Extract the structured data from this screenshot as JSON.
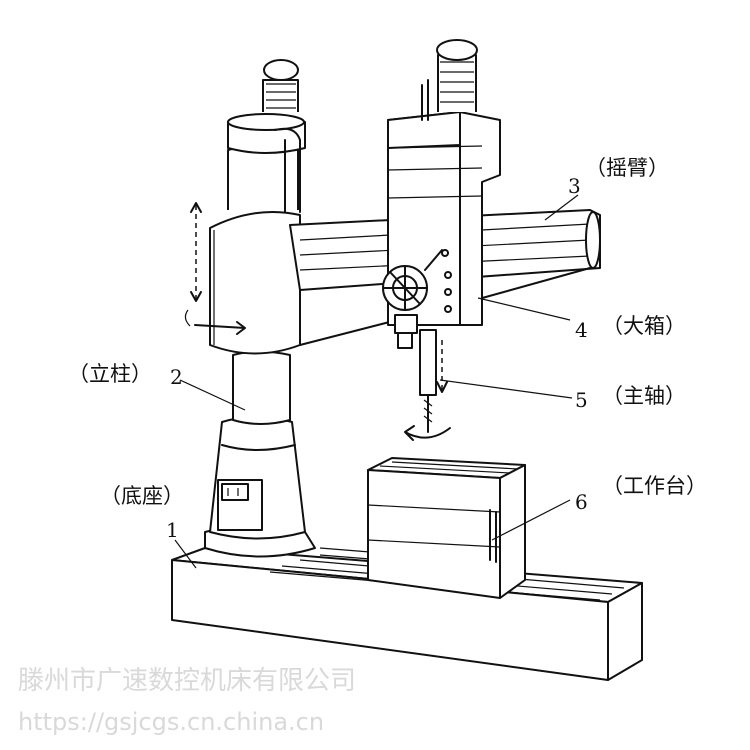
{
  "parts": [
    {
      "number": "1",
      "label": "（底座）"
    },
    {
      "number": "2",
      "label": "（立柱）"
    },
    {
      "number": "3",
      "label": "（摇臂）"
    },
    {
      "number": "4",
      "label": "（大箱）"
    },
    {
      "number": "5",
      "label": "（主轴）"
    },
    {
      "number": "6",
      "label": "（工作台）"
    }
  ],
  "watermark": {
    "company": "滕州市广速数控机床有限公司",
    "url": "https://gsjcgs.cn.china.cn"
  }
}
